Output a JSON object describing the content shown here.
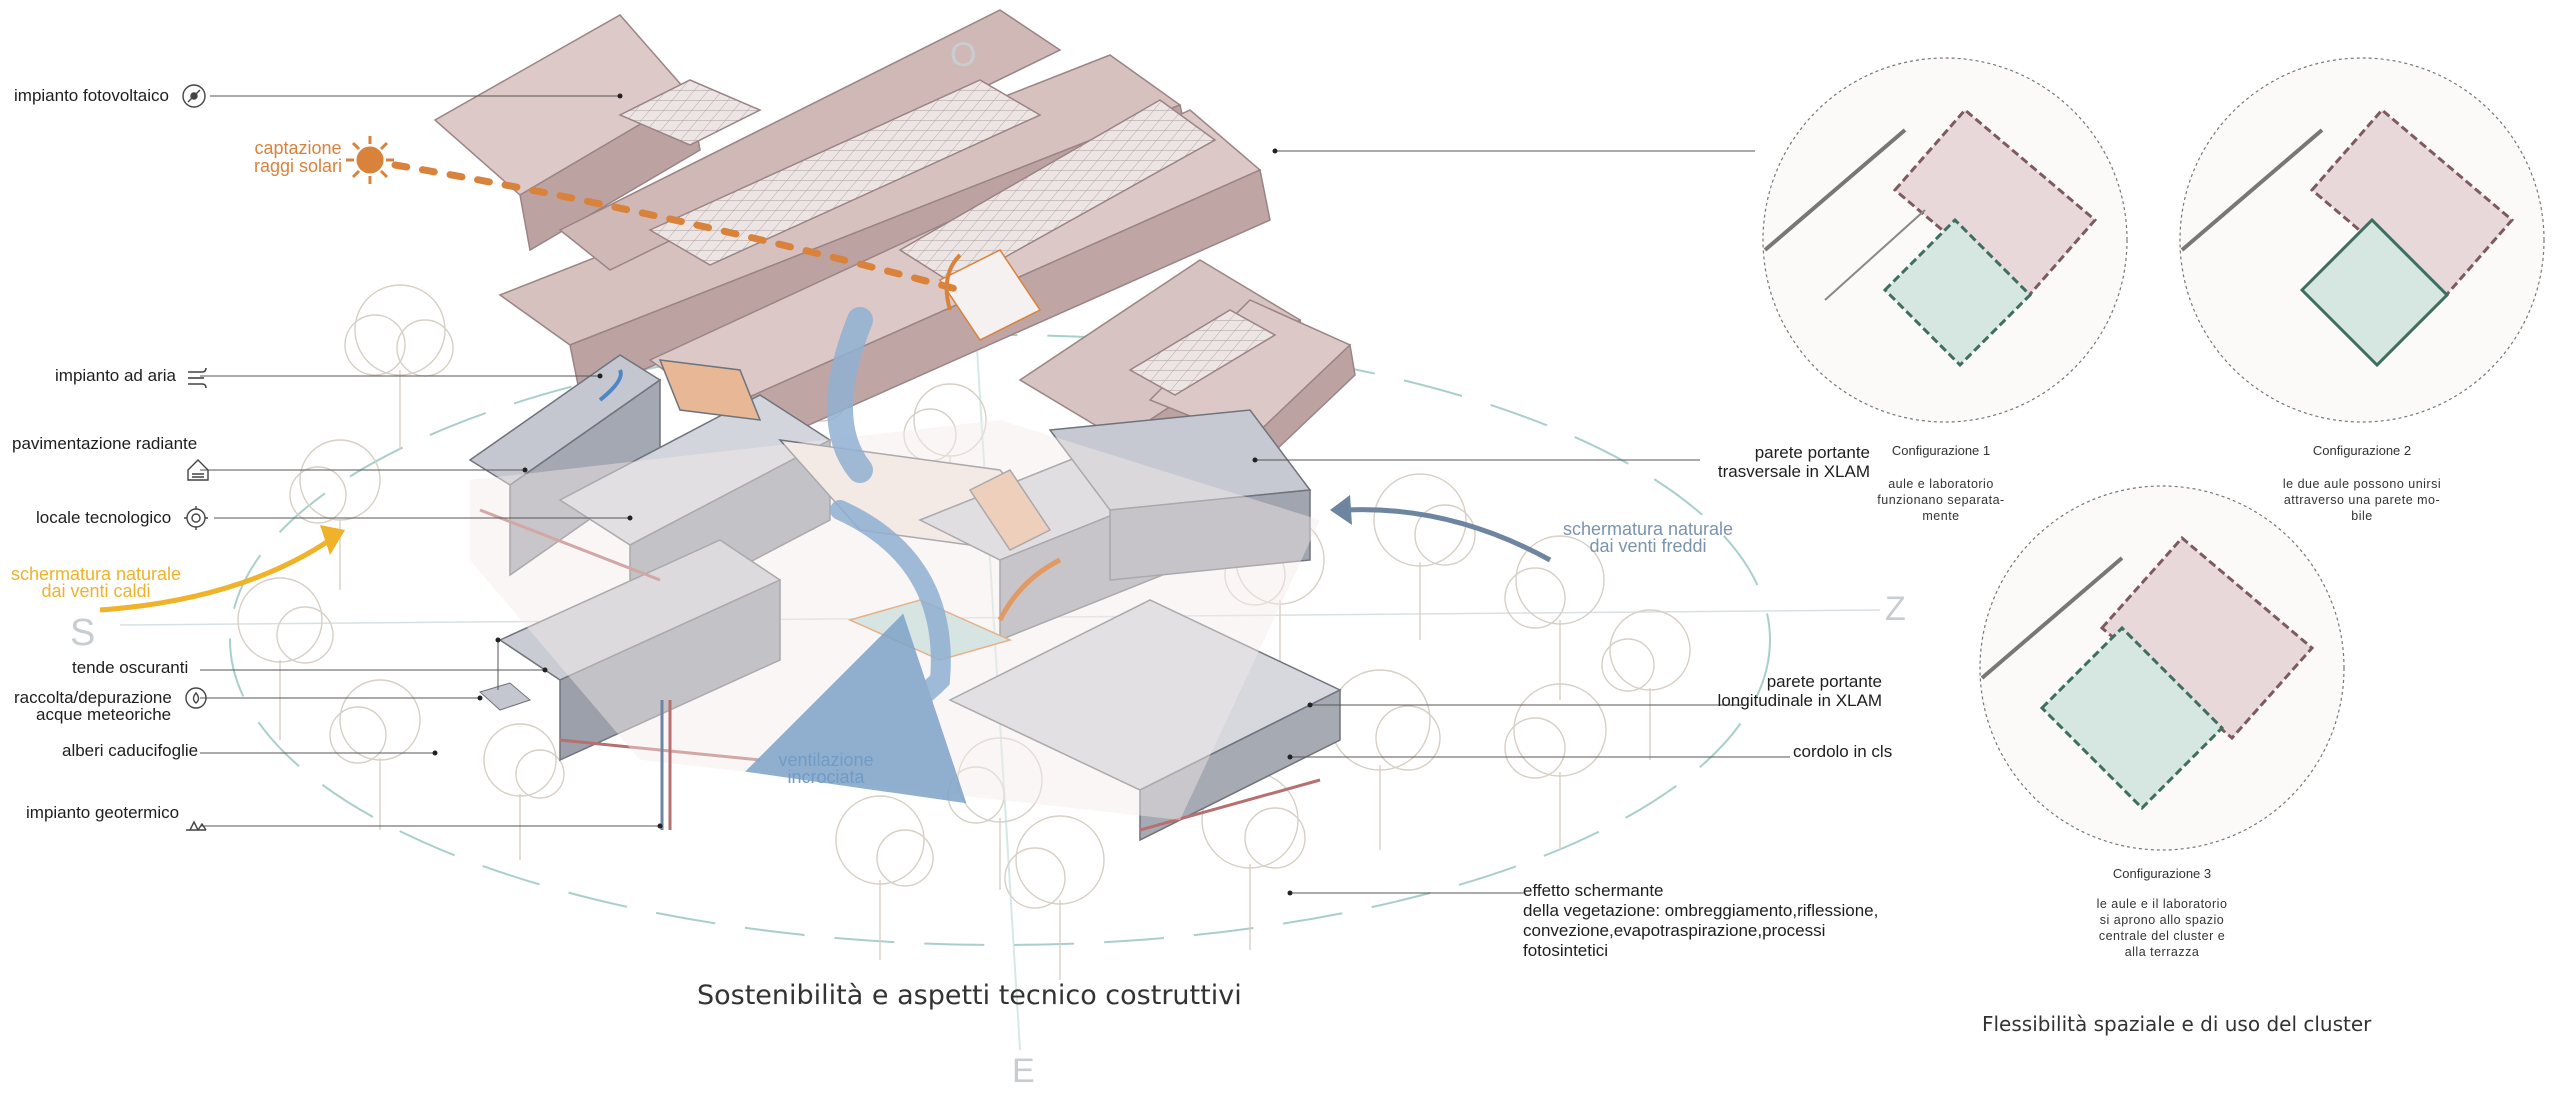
{
  "labels": {
    "fotovoltaico": "impianto fotovoltaico",
    "captazione": [
      "captazione",
      "raggi solari"
    ],
    "aria": "impianto ad aria",
    "pavimentazione": "pavimentazione radiante",
    "locale": "locale tecnologico",
    "schermatura_caldi": [
      "schermatura naturale",
      "dai venti caldi"
    ],
    "tende": "tende  oscuranti",
    "raccolta": [
      "raccolta/depurazione",
      "acque meteoriche"
    ],
    "alberi": "alberi caducifoglie",
    "geotermico": "impianto geotermico",
    "parete_trasversale": [
      "parete portante",
      "trasversale in XLAM"
    ],
    "schermatura_freddi": [
      "schermatura naturale",
      "dai venti freddi"
    ],
    "parete_longitudinale": [
      "parete portante",
      "longitudinale in XLAM"
    ],
    "cordolo": "cordolo in cls",
    "ventilazione": [
      "ventilazione",
      "incrociata"
    ],
    "effetto": [
      "effetto schermante",
      "della vegetazione: ombreggiamento,riflessione,",
      "convezione,evapotraspirazione,processi",
      "fotosintetici"
    ]
  },
  "cardinals": {
    "north": "O",
    "south": "S",
    "east": "E",
    "west": "Z"
  },
  "captions": {
    "main": "Sostenibilità e aspetti tecnico costruttivi",
    "cluster": "Flessibilità spaziale e di uso del cluster"
  },
  "configurations": [
    {
      "title": "Configurazione 1",
      "desc": [
        "aule e laboratorio",
        "funzionano separata-",
        "mente"
      ]
    },
    {
      "title": "Configurazione 2",
      "desc": [
        "le due aule possono unirsi",
        "attraverso una parete mo-",
        "bile"
      ]
    },
    {
      "title": "Configurazione 3",
      "desc": [
        "le aule e il laboratorio",
        "si aprono allo spazio",
        "centrale del cluster e",
        "alla terrazza"
      ]
    }
  ],
  "colors": {
    "roof": "#cdb6b4",
    "wall": "#a9adb6",
    "wood": "#e8b896",
    "orange": "#d9823c",
    "yellow": "#efb229",
    "blue": "#7ea3c8",
    "slate": "#6d85a1",
    "teal": "#bfe0dd"
  }
}
